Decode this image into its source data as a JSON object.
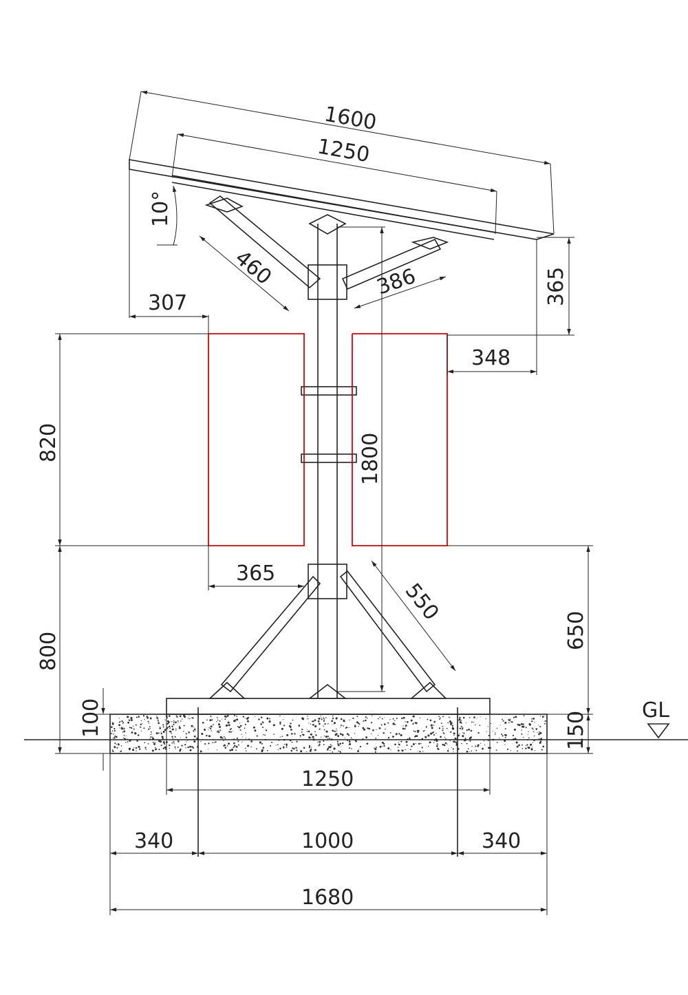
{
  "drawing": {
    "panel_length": "1600",
    "rail_length": "1250",
    "tilt_angle": "10°",
    "upper_left_brace": "460",
    "upper_right_brace": "386",
    "right_overhang_height": "365",
    "left_offset": "307",
    "right_offset": "348",
    "clearance_height": "820",
    "post_height": "1800",
    "lower_offset": "365",
    "lower_brace": "550",
    "lower_height_left": "800",
    "lower_height_right": "650",
    "embed_depth": "100",
    "foundation_height": "150",
    "ground_label": "GL",
    "base_width": "1250",
    "edge_left": "340",
    "anchor_spacing": "1000",
    "edge_right": "340",
    "foundation_width": "1680"
  },
  "colors": {
    "line": "#222222",
    "highlight": "#e00000"
  }
}
